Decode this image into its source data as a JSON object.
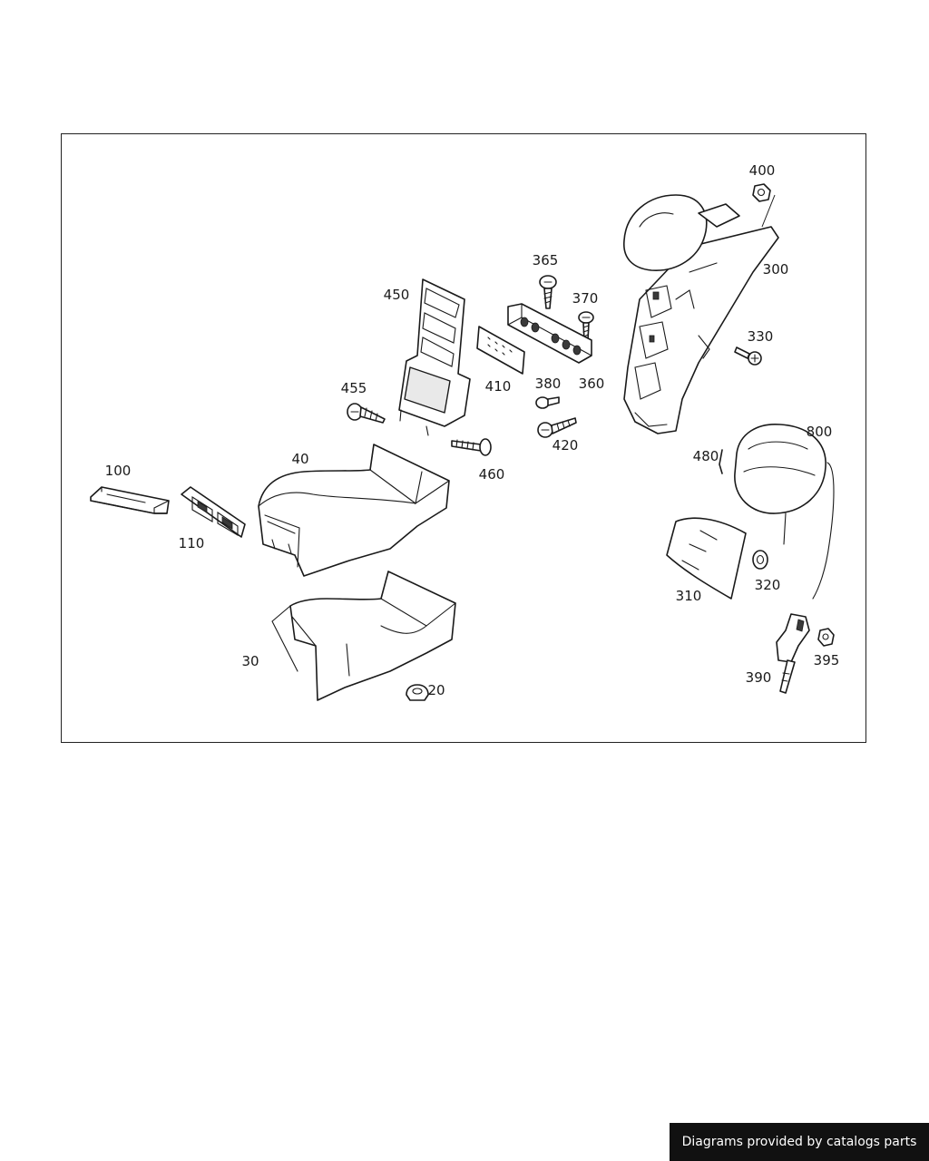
{
  "diagram": {
    "callouts": {
      "p400": "400",
      "p300": "300",
      "p365": "365",
      "p370": "370",
      "p450": "450",
      "p330": "330",
      "p410": "410",
      "p380": "380",
      "p360": "360",
      "p455": "455",
      "p420": "420",
      "p800": "800",
      "p480": "480",
      "p460": "460",
      "p40": "40",
      "p100": "100",
      "p110": "110",
      "p310": "310",
      "p320": "320",
      "p30": "30",
      "p390": "390",
      "p395": "395",
      "p20": "20"
    }
  },
  "footer": {
    "credit": "Diagrams provided by catalogs parts"
  },
  "colors": {
    "line": "#1a1a1a",
    "banner_bg": "#111111",
    "banner_text": "#ffffff"
  }
}
